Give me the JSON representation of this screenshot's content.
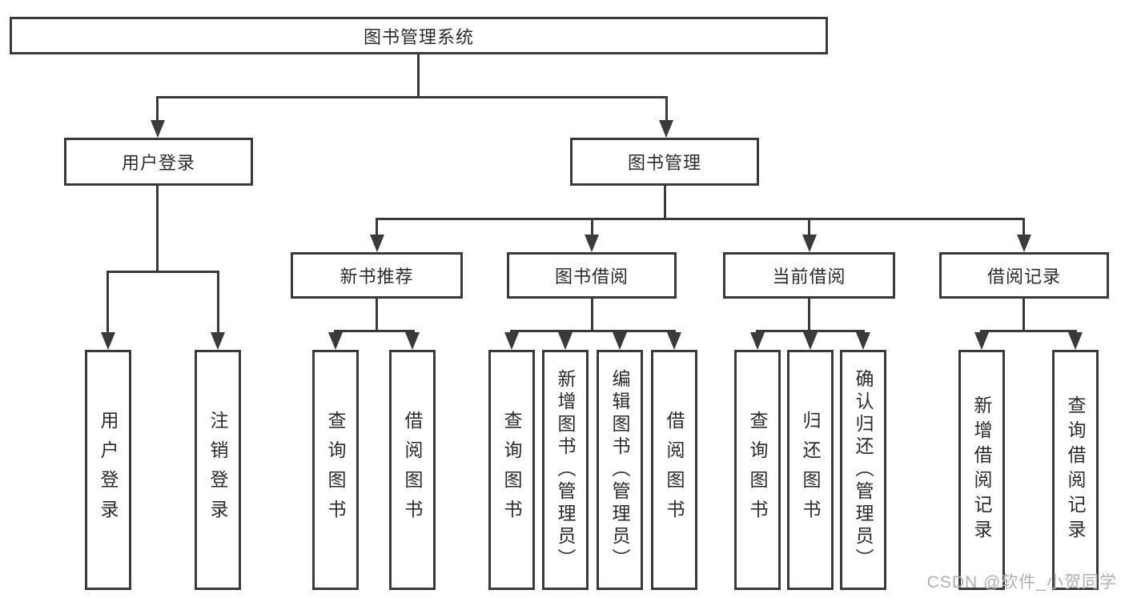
{
  "tree": {
    "root": {
      "label": "图书管理系统"
    },
    "branches": [
      {
        "label": "用户登录",
        "children": [
          {
            "label": "用户登录"
          },
          {
            "label": "注销登录"
          }
        ]
      },
      {
        "label": "图书管理",
        "children": [
          {
            "label": "新书推荐",
            "children": [
              {
                "label": "查询图书"
              },
              {
                "label": "借阅图书"
              }
            ]
          },
          {
            "label": "图书借阅",
            "children": [
              {
                "label": "查询图书"
              },
              {
                "label": "新增图书（管理员）"
              },
              {
                "label": "编辑图书（管理员）"
              },
              {
                "label": "借阅图书"
              }
            ]
          },
          {
            "label": "当前借阅",
            "children": [
              {
                "label": "查询图书"
              },
              {
                "label": "归还图书"
              },
              {
                "label": "确认归还（管理员）"
              }
            ]
          },
          {
            "label": "借阅记录",
            "children": [
              {
                "label": "新增借阅记录"
              },
              {
                "label": "查询借阅记录"
              }
            ]
          }
        ]
      }
    ]
  },
  "watermark": {
    "text": "CSDN @软件_小贺同学"
  },
  "colors": {
    "line": "#3a3a3a",
    "text": "#2b2b2b",
    "watermark": "#b0b0b0",
    "background": "#ffffff"
  }
}
